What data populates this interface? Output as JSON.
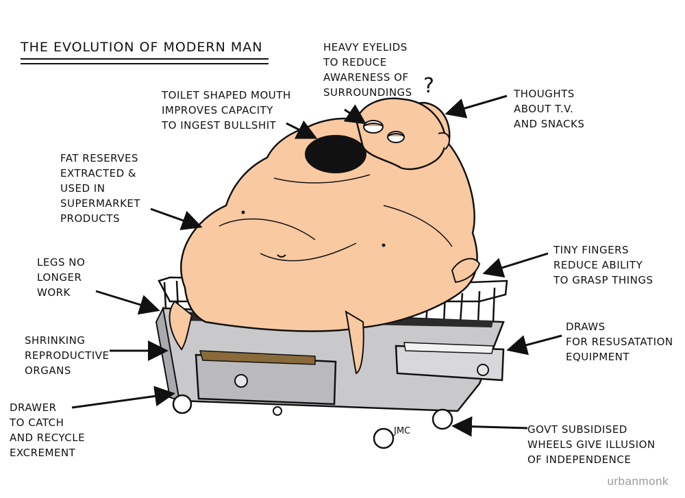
{
  "title": "THE EVOLUTION OF MODERN MAN",
  "thought_mark": "?",
  "labels": {
    "eyelids": [
      "HEAVY EYELIDS",
      "TO REDUCE",
      "AWARENESS OF",
      "SURROUNDINGS"
    ],
    "mouth": [
      "TOILET SHAPED MOUTH",
      "IMPROVES CAPACITY",
      "TO INGEST BULLSHIT"
    ],
    "thoughts": [
      "THOUGHTS",
      "ABOUT T.V.",
      "AND SNACKS"
    ],
    "fat": [
      "FAT RESERVES",
      "EXTRACTED &",
      "USED IN",
      "SUPERMARKET",
      "PRODUCTS"
    ],
    "fingers": [
      "TINY FINGERS",
      "REDUCE ABILITY",
      "TO GRASP THINGS"
    ],
    "legs": [
      "LEGS NO",
      "LONGER",
      "WORK"
    ],
    "organs": [
      "SHRINKING",
      "REPRODUCTIVE",
      "ORGANS"
    ],
    "draws": [
      "DRAWS",
      "FOR RESUSATATION",
      "EQUIPMENT"
    ],
    "drawer": [
      "DRAWER",
      "TO CATCH",
      "AND RECYCLE",
      "EXCREMENT"
    ],
    "wheels": [
      "GOVT SUBSIDISED",
      "WHEELS GIVE ILLUSION",
      "OF INDEPENDENCE"
    ]
  },
  "signature": "JMC",
  "watermark": "urbanmonk",
  "colors": {
    "skin": "#f9c9a1",
    "cart": "#c9c9cc",
    "ink": "#111111"
  }
}
